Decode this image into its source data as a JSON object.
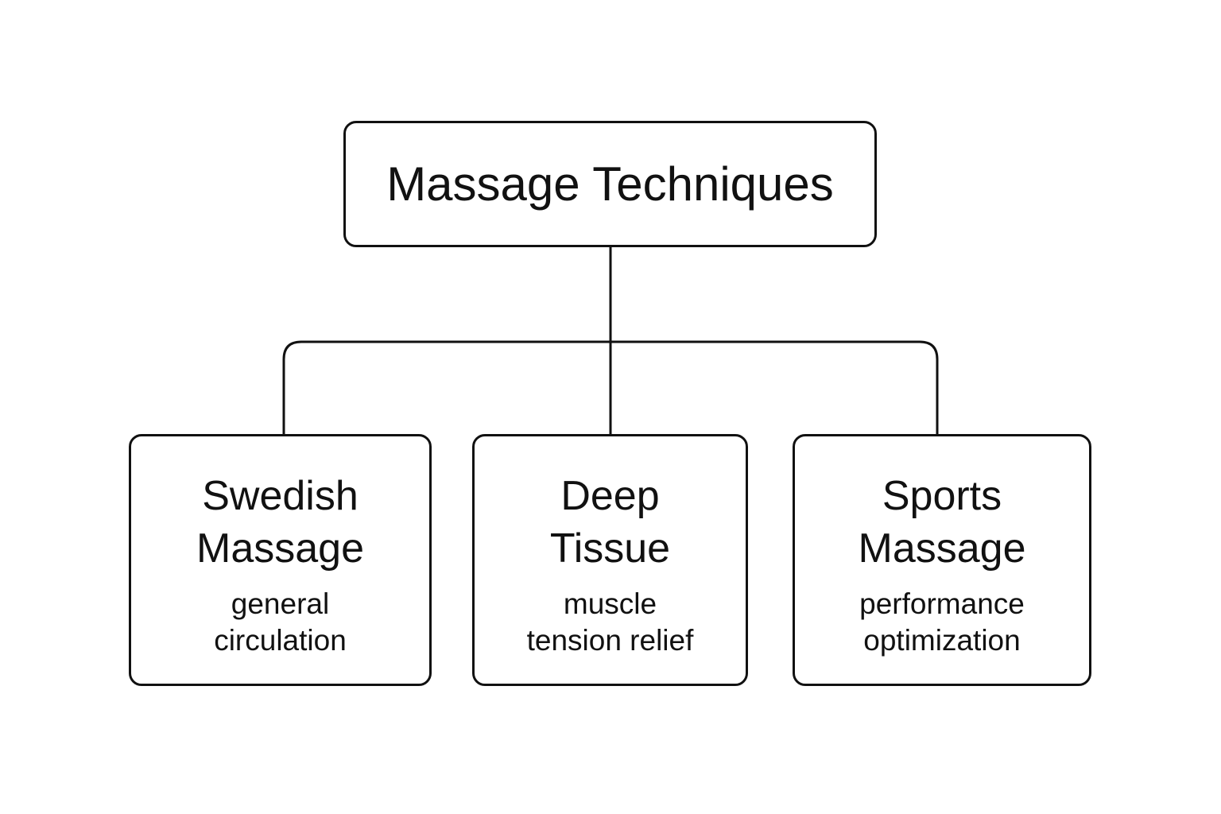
{
  "root": {
    "label": "Massage Techniques"
  },
  "children": [
    {
      "title": "Swedish\nMassage",
      "description": "general\ncirculation"
    },
    {
      "title": "Deep\nTissue",
      "description": "muscle\ntension relief"
    },
    {
      "title": "Sports\nMassage",
      "description": "performance\noptimization"
    }
  ],
  "colors": {
    "stroke": "#111111",
    "background": "#ffffff"
  }
}
